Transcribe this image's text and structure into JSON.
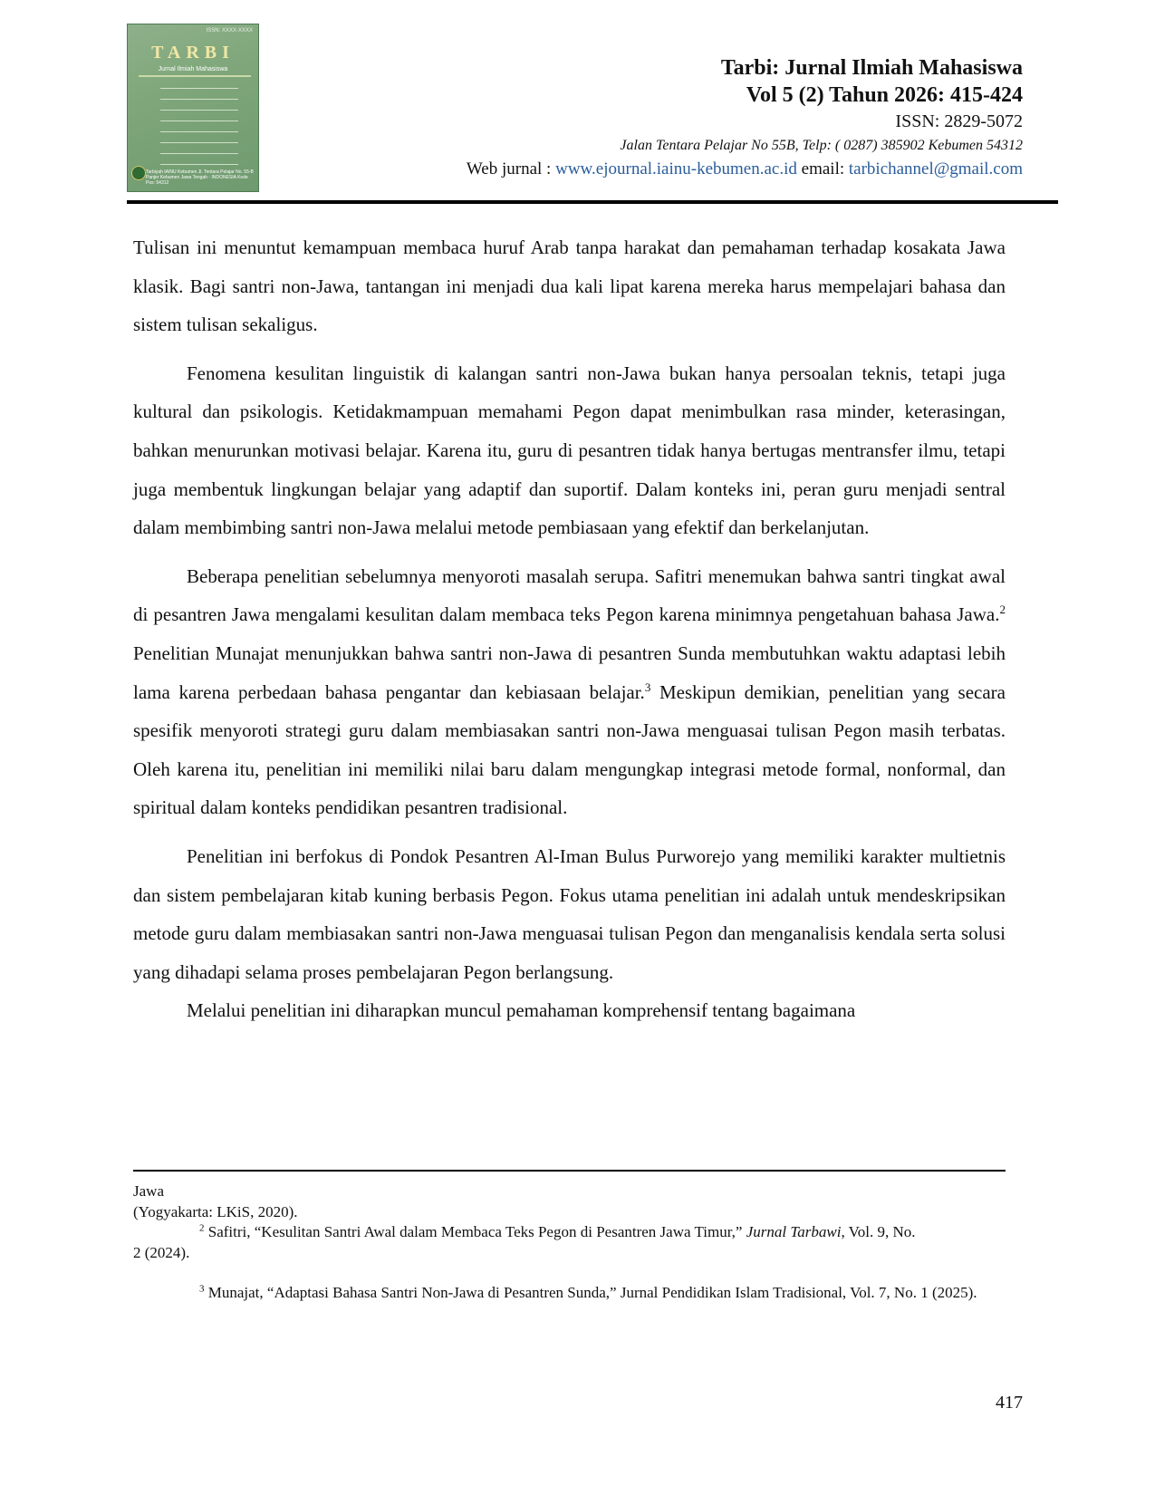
{
  "cover": {
    "issn": "ISSN: XXXX-XXXX",
    "title": "TARBI",
    "subtitle": "Jurnal Ilmiah Mahasiswa",
    "footer": "Tarbiyah IAINU Kebumen Jl. Tentara Pelajar No. 55-B Panjer Kebumen Jawa Tengah - INDONESIA Kode Pos: 54312"
  },
  "header": {
    "title": "Tarbi: Jurnal Ilmiah Mahasiswa",
    "volume": "Vol 5 (2) Tahun 2026: 415-424",
    "issn": "ISSN:  2829-5072",
    "address": "Jalan Tentara Pelajar No 55B, Telp: ( 0287) 385902 Kebumen 54312",
    "web_label": "Web jurnal : ",
    "web_url": "www.ejournal.iainu-kebumen.ac.id",
    "email_label": " email: ",
    "email": "tarbichannel@gmail.com"
  },
  "body": {
    "p1": "Tulisan ini menuntut kemampuan membaca huruf Arab tanpa harakat dan pemahaman terhadap kosakata Jawa klasik. Bagi santri non-Jawa, tantangan ini menjadi dua kali lipat karena mereka harus mempelajari bahasa dan sistem tulisan sekaligus.",
    "p2": "Fenomena kesulitan linguistik di kalangan santri non-Jawa bukan hanya persoalan teknis, tetapi juga kultural dan psikologis. Ketidakmampuan memahami Pegon dapat menimbulkan rasa minder, keterasingan, bahkan menurunkan motivasi belajar. Karena itu, guru di pesantren tidak hanya bertugas mentransfer ilmu, tetapi juga membentuk lingkungan belajar yang adaptif dan suportif. Dalam konteks ini, peran guru menjadi sentral dalam membimbing santri non-Jawa melalui metode pembiasaan yang efektif dan berkelanjutan.",
    "p3a": "Beberapa penelitian sebelumnya menyoroti masalah serupa. Safitri  menemukan bahwa santri tingkat awal di pesantren Jawa mengalami kesulitan dalam membaca teks Pegon karena minimnya pengetahuan bahasa Jawa.",
    "p3_ref1": "2",
    "p3b": " Penelitian Munajat menunjukkan bahwa santri non-Jawa di pesantren Sunda membutuhkan waktu adaptasi lebih lama karena perbedaan bahasa pengantar dan kebiasaan belajar.",
    "p3_ref2": "3",
    "p3c": " Meskipun demikian, penelitian yang secara spesifik menyoroti strategi guru dalam membiasakan santri non-Jawa menguasai tulisan Pegon masih terbatas. Oleh karena itu, penelitian ini memiliki nilai baru dalam mengungkap integrasi metode formal, nonformal, dan spiritual dalam konteks pendidikan pesantren tradisional.",
    "p4": "Penelitian ini berfokus di Pondok Pesantren Al-Iman Bulus Purworejo yang memiliki karakter multietnis dan sistem pembelajaran kitab kuning berbasis Pegon. Fokus utama penelitian ini adalah untuk mendeskripsikan metode guru dalam membiasakan santri non-Jawa menguasai tulisan Pegon dan menganalisis kendala serta solusi yang dihadapi selama proses pembelajaran Pegon berlangsung.",
    "p5": "Melalui penelitian ini diharapkan muncul pemahaman komprehensif tentang bagaimana"
  },
  "footnotes": {
    "cont_line1": "Jawa",
    "cont_line2": "(Yogyakarta: LKiS, 2020).",
    "fn2_num": "2",
    "fn2_text_a": " Safitri, “Kesulitan Santri Awal dalam Membaca Teks Pegon di Pesantren Jawa Timur,” ",
    "fn2_journal": "Jurnal Tarbawi",
    "fn2_text_b": ", Vol. 9, No.",
    "fn2_line2": "2 (2024).",
    "fn3_num": "3",
    "fn3_text": " Munajat, “Adaptasi Bahasa Santri Non-Jawa di Pesantren Sunda,” Jurnal Pendidikan Islam Tradisional, Vol. 7, No. 1 (2025)."
  },
  "page_number": "417"
}
